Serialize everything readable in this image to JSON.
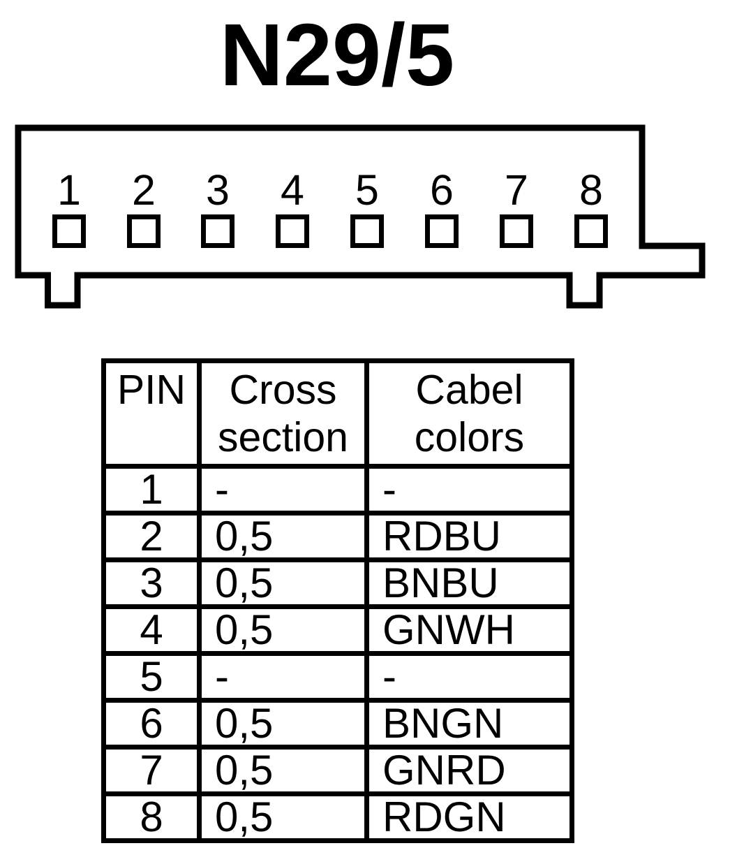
{
  "title": "N29/5",
  "connector": {
    "pins": [
      "1",
      "2",
      "3",
      "4",
      "5",
      "6",
      "7",
      "8"
    ]
  },
  "pin_table": {
    "headers": [
      {
        "lines": [
          "PIN",
          ""
        ]
      },
      {
        "lines": [
          "Cross",
          "section"
        ]
      },
      {
        "lines": [
          "Cabel",
          "colors"
        ]
      }
    ],
    "rows": [
      {
        "pin": "1",
        "cross_section": "-",
        "cable_color": "-"
      },
      {
        "pin": "2",
        "cross_section": "0,5",
        "cable_color": "RDBU"
      },
      {
        "pin": "3",
        "cross_section": "0,5",
        "cable_color": "BNBU"
      },
      {
        "pin": "4",
        "cross_section": "0,5",
        "cable_color": "GNWH"
      },
      {
        "pin": "5",
        "cross_section": "-",
        "cable_color": "-"
      },
      {
        "pin": "6",
        "cross_section": "0,5",
        "cable_color": "BNGN"
      },
      {
        "pin": "7",
        "cross_section": "0,5",
        "cable_color": "GNRD"
      },
      {
        "pin": "8",
        "cross_section": "0,5",
        "cable_color": "RDGN"
      }
    ]
  },
  "colors": {
    "ink": "#000000",
    "background": "#ffffff"
  }
}
